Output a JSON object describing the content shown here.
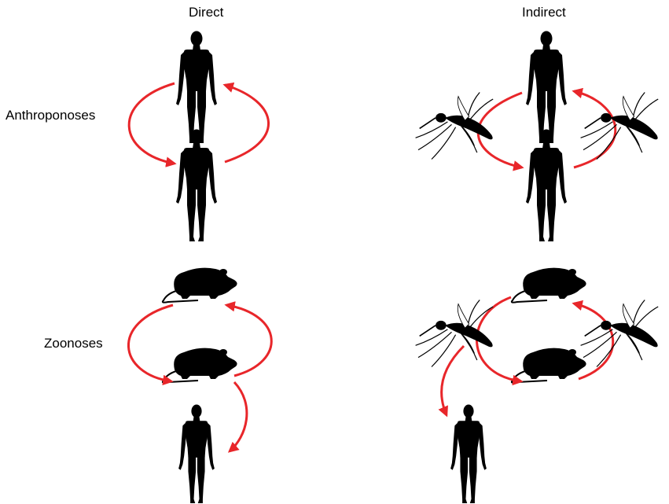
{
  "columns": {
    "direct": "Direct",
    "indirect": "Indirect"
  },
  "rows": {
    "anthroponoses": "Anthroponoses",
    "zoonoses": "Zoonoses"
  },
  "colors": {
    "arrow": "#e8262a",
    "silhouette": "#000000",
    "background": "#ffffff"
  },
  "icons": [
    "human-icon",
    "rat-icon",
    "mosquito-icon"
  ]
}
